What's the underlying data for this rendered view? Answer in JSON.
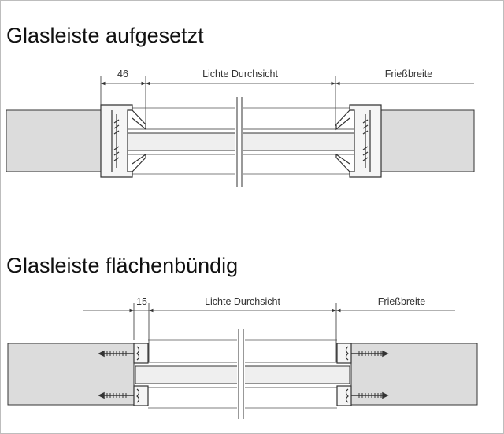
{
  "sections": [
    {
      "title": "Glasleiste aufgesetzt",
      "dim_small": "46",
      "dim_clear": "Lichte Durchsicht",
      "dim_frieze": "Frießbreite"
    },
    {
      "title": "Glasleiste flächenbündig",
      "dim_small": "15",
      "dim_clear": "Lichte Durchsicht",
      "dim_frieze": "Frießbreite"
    }
  ],
  "colors": {
    "frieze_fill": "#dcdcdc",
    "glass_fill": "#efefef",
    "line": "#333333"
  }
}
